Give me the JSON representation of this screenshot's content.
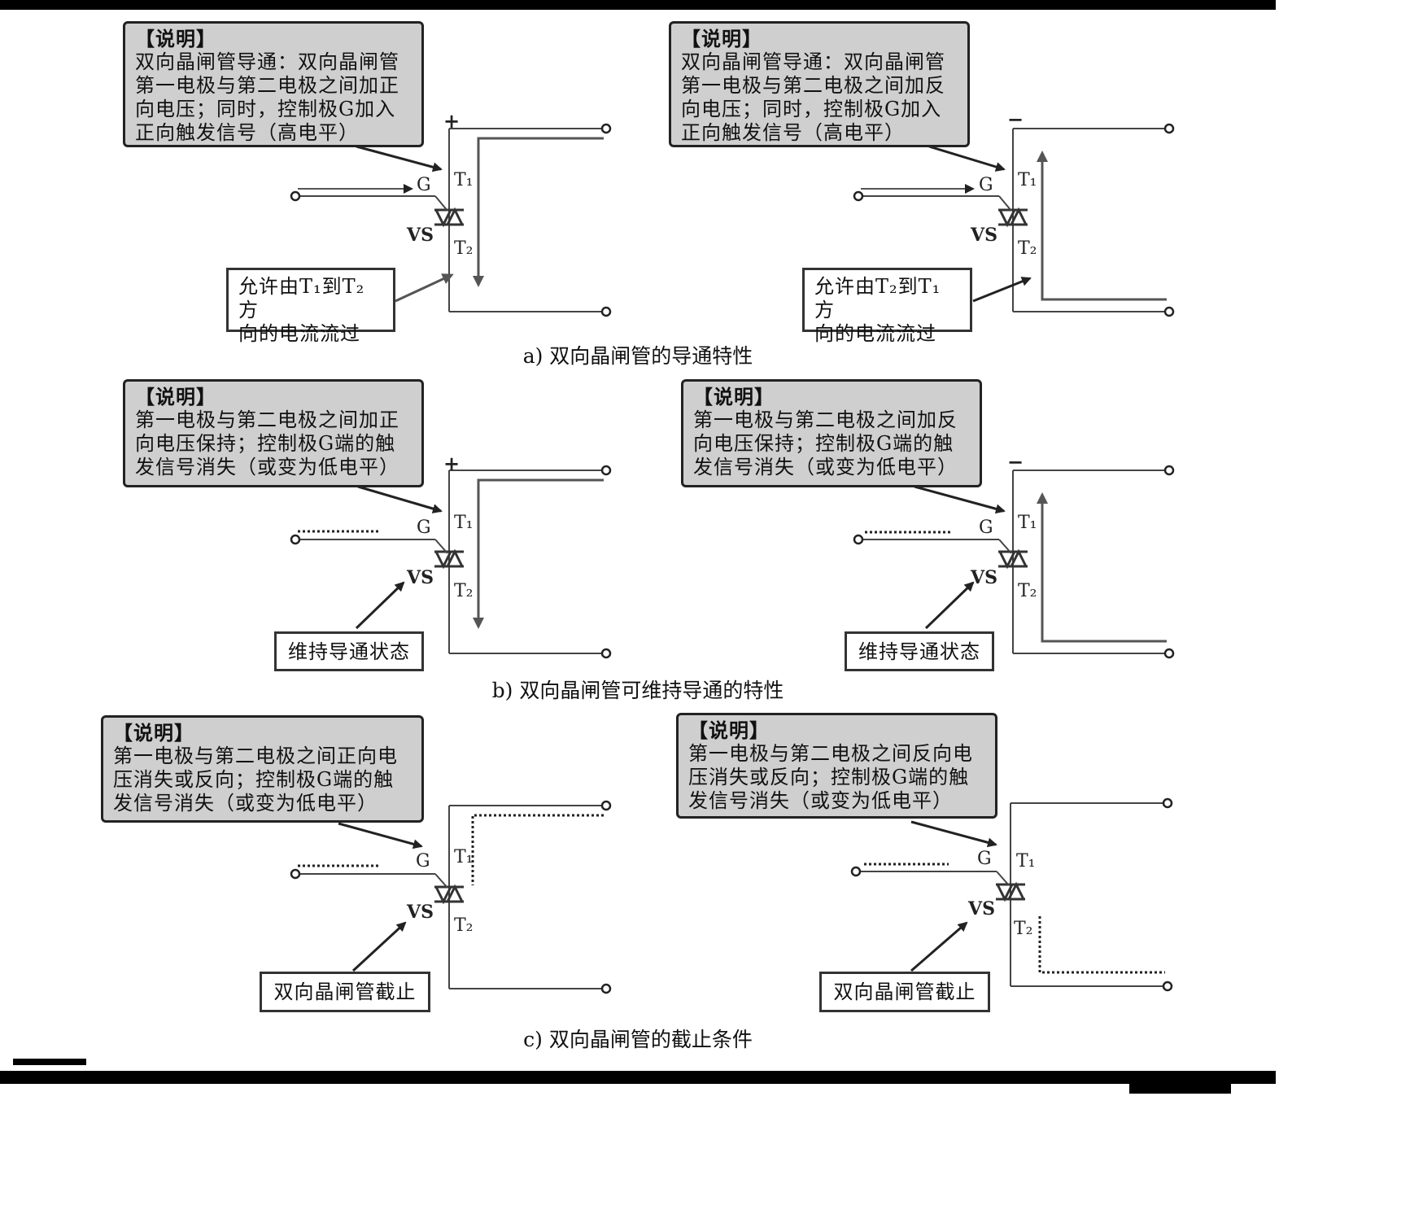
{
  "panels": {
    "a_left": {
      "note_head": "【说明】",
      "note_lines": [
        "双向晶闸管导通：双向晶闸管",
        "第一电极与第二电极之间加正",
        "向电压；同时，控制极G加入",
        "正向触发信号（高电平）"
      ],
      "callout_lines": [
        "允许由T₁到T₂方",
        "向的电流流过"
      ],
      "polarity": "+"
    },
    "a_right": {
      "note_head": "【说明】",
      "note_lines": [
        "双向晶闸管导通：双向晶闸管",
        "第一电极与第二电极之间加反",
        "向电压；同时，控制极G加入",
        "正向触发信号（高电平）"
      ],
      "callout_lines": [
        "允许由T₂到T₁方",
        "向的电流流过"
      ],
      "polarity": "−"
    },
    "b_left": {
      "note_head": "【说明】",
      "note_lines": [
        "第一电极与第二电极之间加正",
        "向电压保持；控制极G端的触",
        "发信号消失（或变为低电平）"
      ],
      "callout_lines": [
        "维持导通状态"
      ],
      "polarity": "+"
    },
    "b_right": {
      "note_head": "【说明】",
      "note_lines": [
        "第一电极与第二电极之间加反",
        "向电压保持；控制极G端的触",
        "发信号消失（或变为低电平）"
      ],
      "callout_lines": [
        "维持导通状态"
      ],
      "polarity": "−"
    },
    "c_left": {
      "note_head": "【说明】",
      "note_lines": [
        "第一电极与第二电极之间正向电",
        "压消失或反向；控制极G端的触",
        "发信号消失（或变为低电平）"
      ],
      "callout_lines": [
        "双向晶闸管截止"
      ]
    },
    "c_right": {
      "note_head": "【说明】",
      "note_lines": [
        "第一电极与第二电极之间反向电",
        "压消失或反向；控制极G端的触",
        "发信号消失（或变为低电平）"
      ],
      "callout_lines": [
        "双向晶闸管截止"
      ]
    }
  },
  "captions": {
    "a": "a) 双向晶闸管的导通特性",
    "b": "b) 双向晶闸管可维持导通的特性",
    "c": "c) 双向晶闸管的截止条件"
  },
  "terminal_labels": {
    "gate": "G",
    "t1": "T₁",
    "t2": "T₂",
    "device": "VS"
  },
  "colors": {
    "note_fill": "#cfcfcf",
    "current_arrow": "#555555",
    "wire": "#444444"
  }
}
